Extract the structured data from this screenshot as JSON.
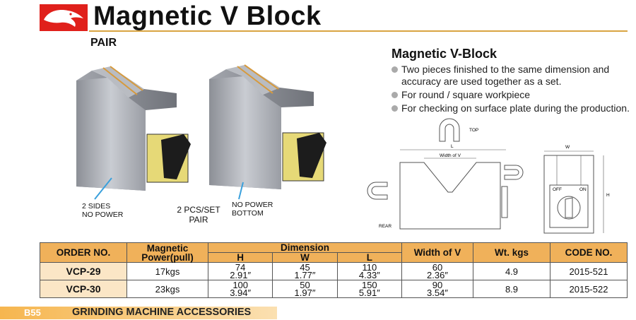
{
  "header": {
    "title": "Magnetic V Block",
    "subtitle": "PAIR"
  },
  "description": {
    "title": "Magnetic V-Block",
    "bullets": [
      "Two pieces finished to the same dimension and accuracy are used together as a set.",
      "For round / square workpiece",
      "For checking on surface plate during the production."
    ]
  },
  "photo_labels": {
    "sides": [
      "2 SIDES",
      "NO POWER"
    ],
    "pair": [
      "2 PCS/SET",
      "PAIR"
    ],
    "bottom": [
      "NO POWER",
      "BOTTOM"
    ]
  },
  "diagram_labels": {
    "top": "TOP",
    "l": "L",
    "width_of_v": "Width of V",
    "rear": "REAR",
    "w": "W",
    "h": "H",
    "off": "OFF",
    "on": "ON"
  },
  "table": {
    "headers": {
      "order_no": "ORDER NO.",
      "magnetic": "Magnetic Power(pull)",
      "dimension": "Dimension",
      "h": "H",
      "w": "W",
      "l": "L",
      "width_v": "Width of V",
      "wt": "Wt. kgs",
      "code": "CODE NO."
    },
    "rows": [
      {
        "order": "VCP-29",
        "power": "17kgs",
        "h_mm": "74",
        "h_in": "2.91″",
        "w_mm": "45",
        "w_in": "1.77″",
        "l_mm": "110",
        "l_in": "4.33″",
        "v_mm": "60",
        "v_in": "2.36″",
        "wt": "4.9",
        "code": "2015-521"
      },
      {
        "order": "VCP-30",
        "power": "23kgs",
        "h_mm": "100",
        "h_in": "3.94″",
        "w_mm": "50",
        "w_in": "1.97″",
        "l_mm": "150",
        "l_in": "5.91″",
        "v_mm": "90",
        "v_in": "3.54″",
        "wt": "8.9",
        "code": "2015-522"
      }
    ]
  },
  "footer": {
    "page_code": "B55",
    "section": "GRINDING MACHINE ACCESSORIES"
  },
  "colors": {
    "logo_red": "#e0201b",
    "accent_orange": "#f0b15a",
    "rule_gold": "#d9a441"
  }
}
